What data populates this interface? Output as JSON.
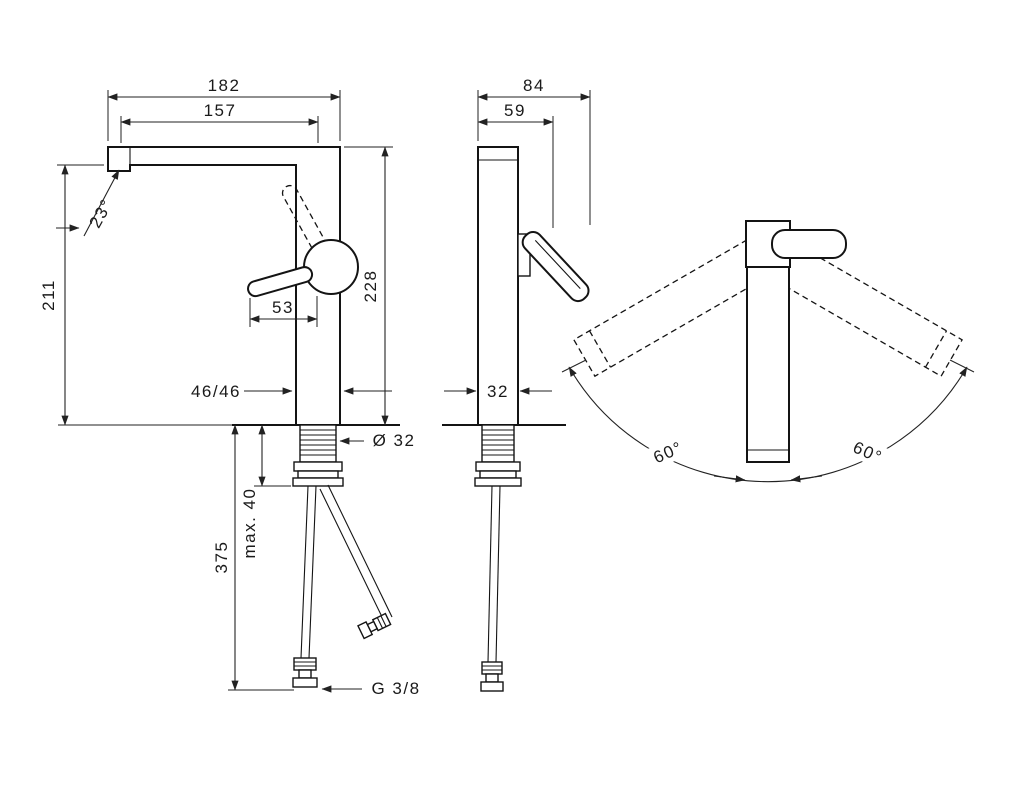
{
  "views": {
    "front": {
      "dim_width_total": "182",
      "dim_width_spout": "157",
      "angle_spray": "23°",
      "dim_height_spout": "211",
      "dim_handle": "53",
      "dim_height_total": "228",
      "dim_base": "46/46",
      "dim_hole": "Ø 32",
      "dim_mount": "max. 40",
      "dim_hoses": "375",
      "thread": "G 3/8"
    },
    "side": {
      "dim_depth_total": "84",
      "dim_depth_spout": "59",
      "dim_base_width": "32"
    },
    "top": {
      "angle_swivel_left": "60°",
      "angle_swivel_right": "60°"
    }
  }
}
